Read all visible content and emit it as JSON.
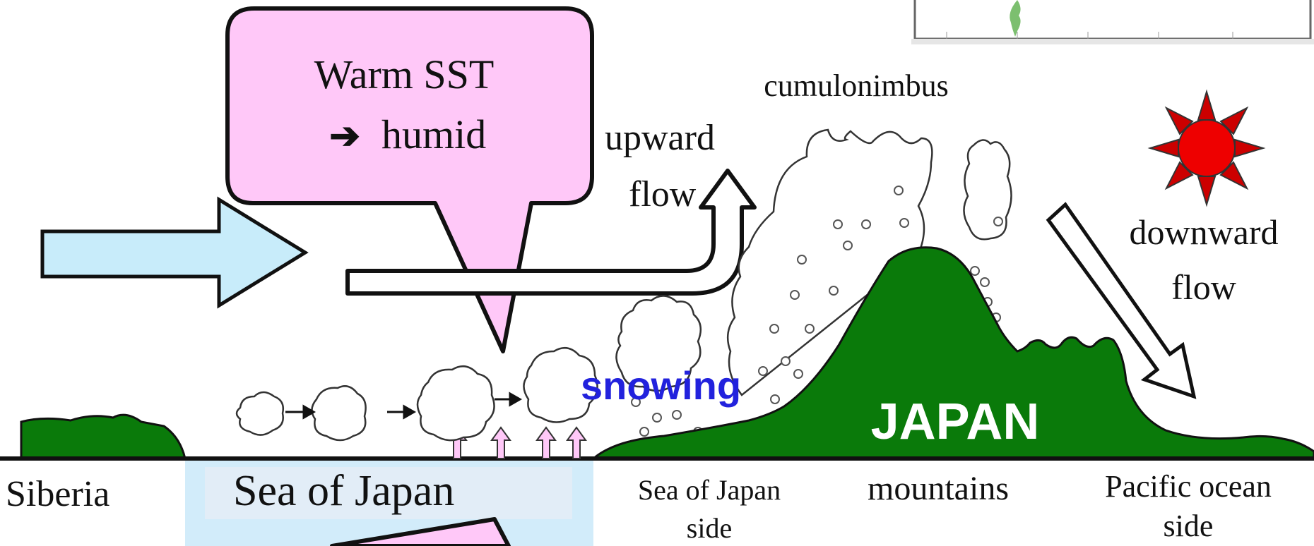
{
  "bubble": {
    "line1": "Warm SST",
    "line2": "humid",
    "arrow_glyph": "➔"
  },
  "labels": {
    "cumulonimbus": "cumulonimbus",
    "upward_1": "upward",
    "upward_2": "flow",
    "downward_1": "downward",
    "downward_2": "flow",
    "snowing": "snowing",
    "japan": "JAPAN"
  },
  "ground_labels": {
    "siberia": "Siberia",
    "sea_of_japan": "Sea of Japan",
    "sea_side_1": "Sea of Japan",
    "sea_side_2": "side",
    "mountains": "mountains",
    "pacific_1": "Pacific ocean",
    "pacific_2": "side"
  },
  "colors": {
    "land": "#0a7a0a",
    "bubble": "#ffc8f8",
    "wind_arrow": "#c8ecfa",
    "sea_band": "#d2ecfa",
    "snow_text": "#2222dd",
    "sun": "#ee0000",
    "sun_rays": "#cc0000"
  },
  "icons": [
    "sun-icon",
    "wind-arrow-icon",
    "upward-flow-arrow-icon",
    "downward-flow-arrow-icon",
    "cloud-icon"
  ]
}
